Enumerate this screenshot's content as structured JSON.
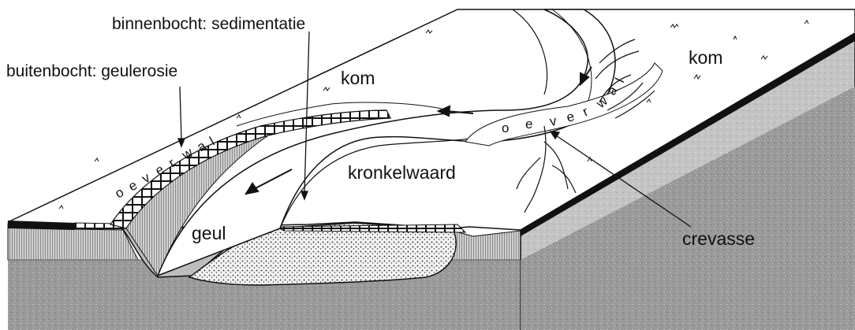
{
  "labels": {
    "binnenbocht": "binnenbocht: sedimentatie",
    "buitenbocht": "buitenbocht: geulerosie",
    "kom_left": "kom",
    "kom_right": "kom",
    "kronkelwaard": "kronkelwaard",
    "geul": "geul",
    "crevasse": "crevasse"
  },
  "oeverwal_left": [
    "o",
    "e",
    "v",
    "e",
    "r",
    "w",
    "a",
    "l"
  ],
  "oeverwal_right": [
    "o",
    "e",
    "v",
    "e",
    "r",
    "w",
    "a",
    "l"
  ],
  "colors": {
    "ink": "#111111",
    "paper": "#ffffff",
    "ground_dark": "#8c8c8c",
    "ground_light": "#d8d8d8",
    "channel_shade": "#bdbdbd"
  }
}
